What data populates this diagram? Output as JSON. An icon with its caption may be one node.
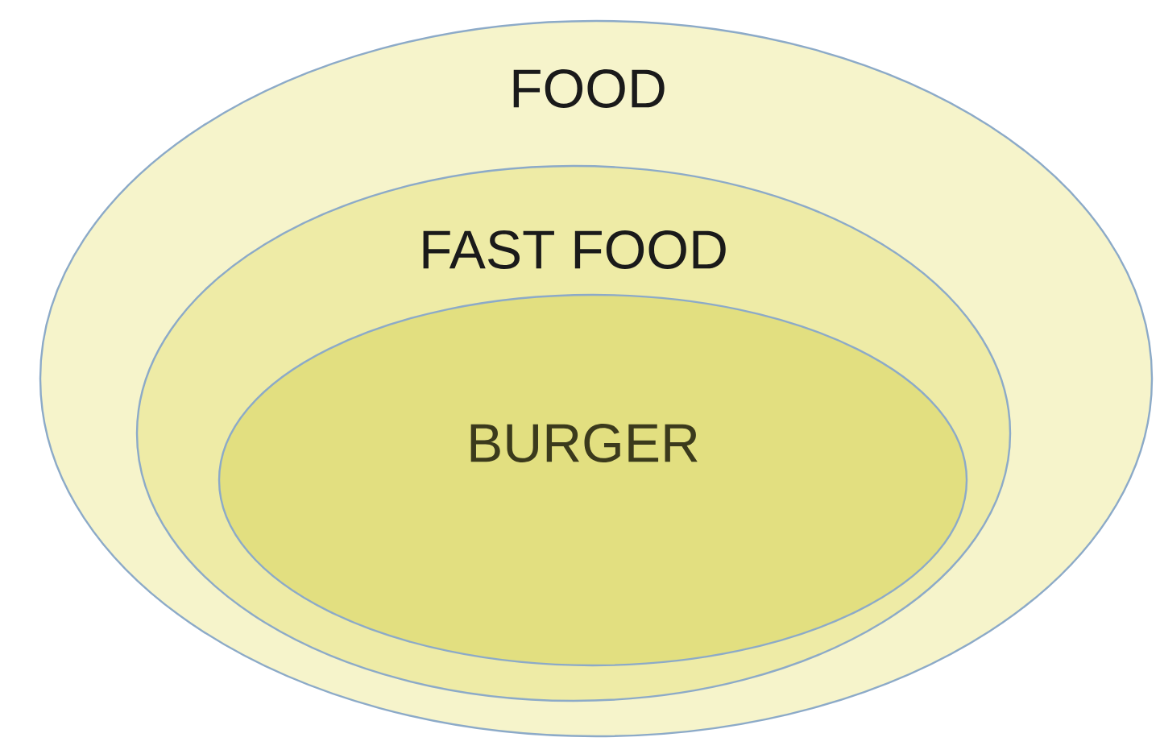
{
  "diagram": {
    "nodes": [
      {
        "text": [
          "FOOD"
        ]
      },
      {
        "text": [
          "FAST FOOD"
        ],
        "in": 0
      },
      {
        "text": [
          "BURGER"
        ],
        "in": 1
      }
    ]
  }
}
